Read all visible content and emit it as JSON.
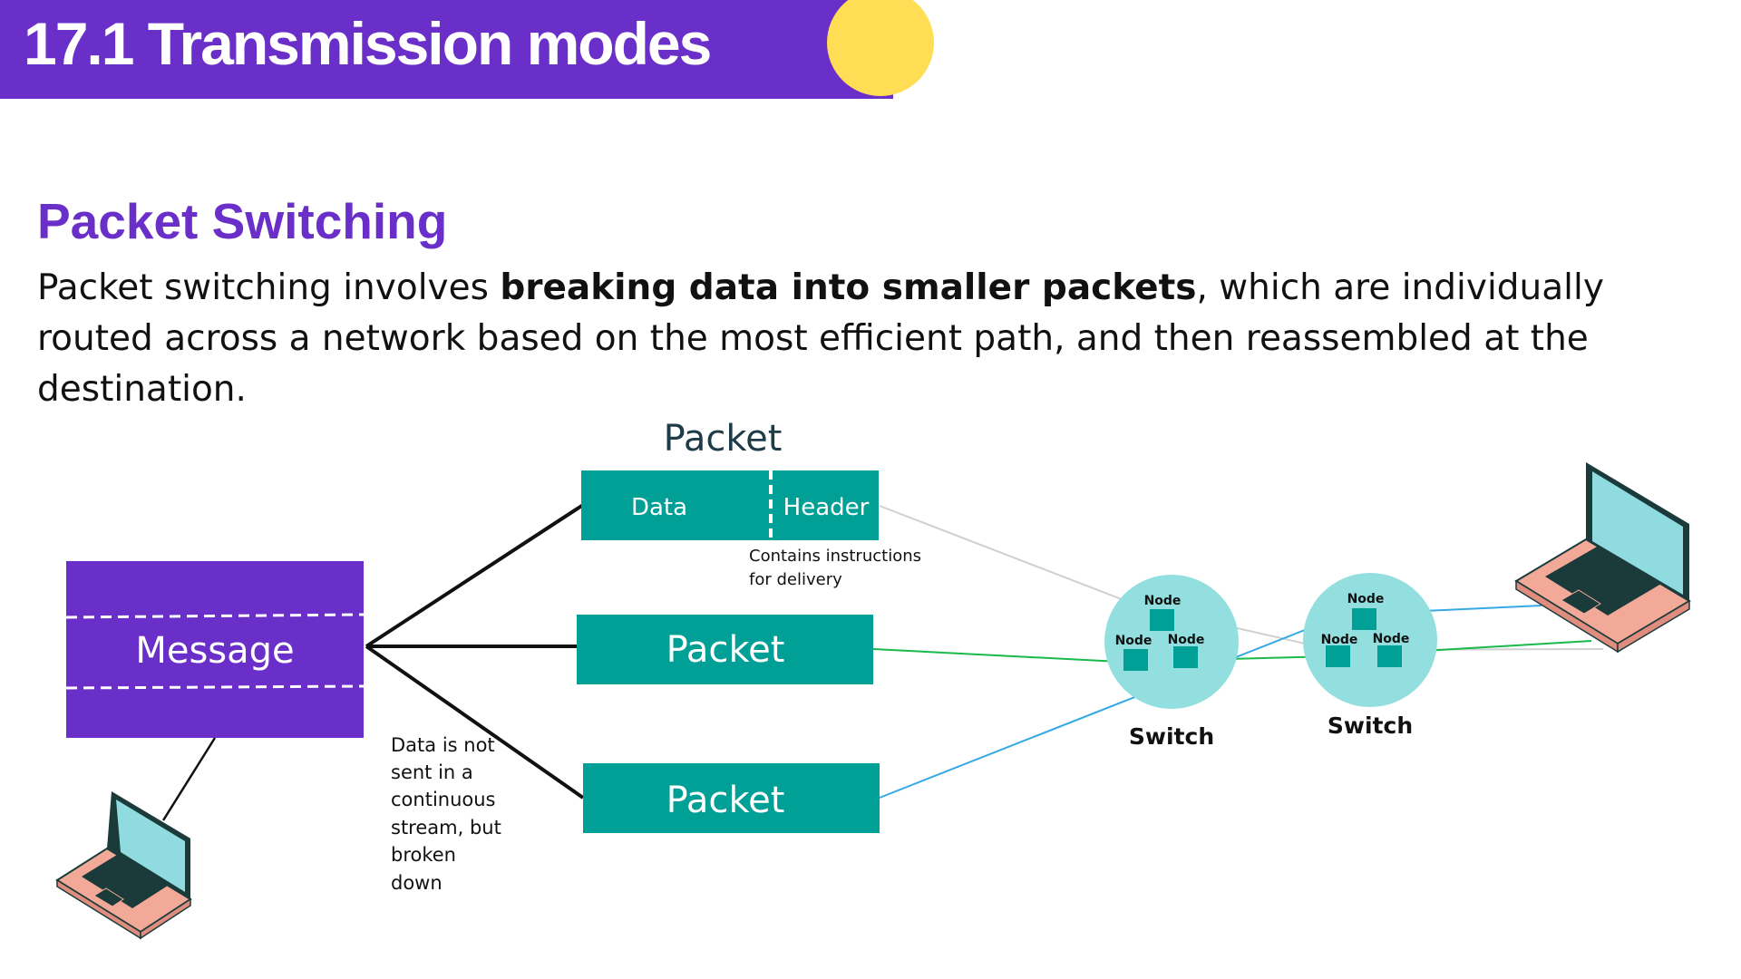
{
  "header": {
    "title": "17.1 Transmission modes"
  },
  "section": {
    "heading": "Packet Switching",
    "intro_before": "Packet switching involves ",
    "intro_bold": "breaking data into smaller packets",
    "intro_after": ", which are individually routed across a network based on the most efficient path, and then reassembled at the destination."
  },
  "diagram": {
    "message_label": "Message",
    "packet_title": "Packet",
    "packet_data_label": "Data",
    "packet_header_label": "Header",
    "header_note_line1": "Contains instructions",
    "header_note_line2": "for delivery",
    "packet_2_label": "Packet",
    "packet_3_label": "Packet",
    "split_note": [
      "Data is not",
      "sent in a",
      "continuous",
      "stream, but",
      "broken",
      "down"
    ],
    "switch_1_label": "Switch",
    "switch_2_label": "Switch",
    "node_label": "Node"
  },
  "colors": {
    "purple": "#6a2fc8",
    "yellow": "#ffdd55",
    "teal": "#00a096",
    "switch_bg": "#93dfe0",
    "node": "#00a096",
    "route_green": "#19b94a",
    "route_blue": "#35a9e6",
    "route_grey": "#d0d0d0"
  }
}
